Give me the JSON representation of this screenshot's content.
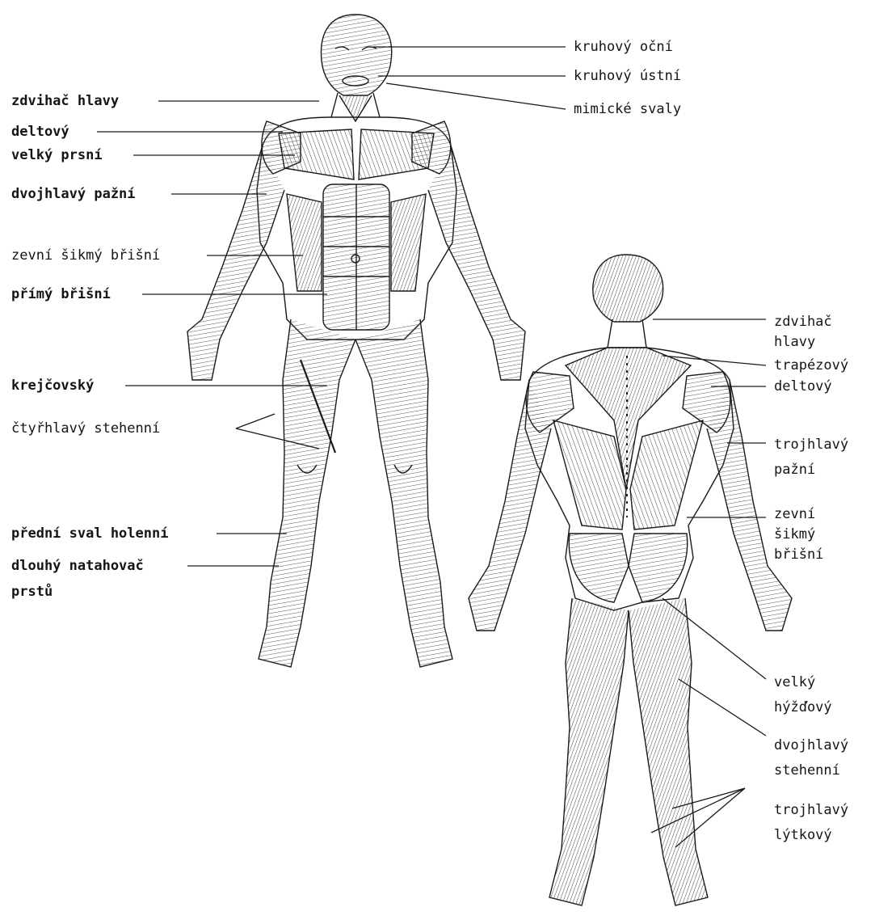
{
  "figure": {
    "ink_color": "#1a1a1a",
    "background": "#ffffff",
    "front_view": {
      "labels_left": [
        {
          "id": "zdvihac-hlavy-front",
          "text": "zdvihač hlavy"
        },
        {
          "id": "deltovy-front",
          "text": "deltový"
        },
        {
          "id": "velky-prsni",
          "text": "velký prsní"
        },
        {
          "id": "dvojhlavy-pazni",
          "text": "dvojhlavý pažní"
        },
        {
          "id": "zevni-sikmy-brisni-front",
          "text": "zevní šikmý břišní"
        },
        {
          "id": "primy-brisni",
          "text": "přímý břišní"
        },
        {
          "id": "krejcovsky",
          "text": "krejčovský"
        },
        {
          "id": "ctyrhlavy-stehenni",
          "text": "čtyřhlavý stehenní"
        },
        {
          "id": "predni-sval-holenni",
          "text": "přední sval holenní"
        },
        {
          "id": "dlouhy-natahovac-prstu",
          "lines": [
            "dlouhý natahovač",
            "prstů"
          ]
        }
      ],
      "labels_right": [
        {
          "id": "kruhovy-ocni",
          "text": "kruhový oční"
        },
        {
          "id": "kruhovy-ustni",
          "text": "kruhový ústní"
        },
        {
          "id": "mimicke-svaly",
          "text": "mimické svaly"
        }
      ]
    },
    "back_view": {
      "labels_right": [
        {
          "id": "zdvihac-hlavy-back",
          "lines": [
            "zdvihač",
            "hlavy"
          ]
        },
        {
          "id": "trapezovy",
          "text": "trapézový"
        },
        {
          "id": "deltovy-back",
          "text": "deltový"
        },
        {
          "id": "trojhlavy-pazni",
          "lines": [
            "trojhlavý",
            "pažní"
          ]
        },
        {
          "id": "zevni-sikmy-brisni-back",
          "lines": [
            "zevní",
            "šikmý",
            "břišní"
          ]
        },
        {
          "id": "velky-hyzdovy",
          "lines": [
            "velký",
            "hýžďový"
          ]
        },
        {
          "id": "dvojhlavy-stehenni",
          "lines": [
            "dvojhlavý",
            "stehenní"
          ]
        },
        {
          "id": "trojhlavy-lytkovy",
          "lines": [
            "trojhlavý",
            "lýtkový"
          ]
        }
      ]
    }
  }
}
